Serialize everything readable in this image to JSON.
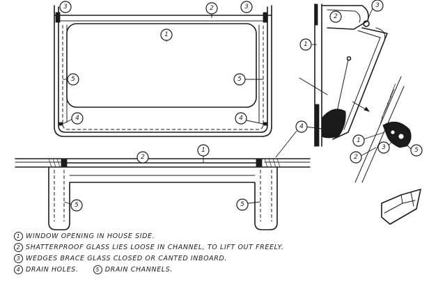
{
  "legend": [
    {
      "num": "1",
      "text": "WINDOW OPENING IN HOUSE SIDE."
    },
    {
      "num": "2",
      "text": "SHATTERPROOF GLASS LIES LOOSE IN CHANNEL, TO LIFT OUT FREELY."
    },
    {
      "num": "3",
      "text": "WEDGES BRACE GLASS CLOSED OR CANTED INBOARD."
    },
    {
      "num": "4",
      "text": "DRAIN HOLES.",
      "num2": "5",
      "text2": "DRAIN CHANNELS."
    }
  ],
  "callouts": {
    "front": [
      "3",
      "2",
      "3",
      "1",
      "5",
      "5",
      "4",
      "4"
    ],
    "plan": [
      "2",
      "1",
      "5",
      "5"
    ],
    "side": [
      "2",
      "3",
      "1",
      "4",
      "1",
      "3",
      "5",
      "2"
    ]
  }
}
